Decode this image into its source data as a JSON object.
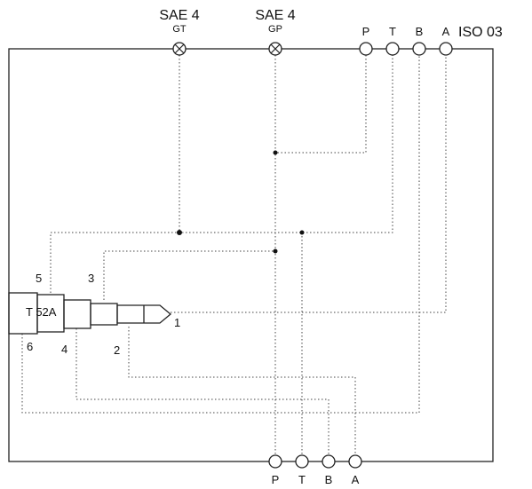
{
  "gauge_ports": {
    "gt": {
      "standard": "SAE 4",
      "code": "GT"
    },
    "gp": {
      "standard": "SAE 4",
      "code": "GP"
    }
  },
  "top_ports": {
    "labels": [
      "P",
      "T",
      "B",
      "A"
    ],
    "standard": "ISO 03"
  },
  "bottom_ports": {
    "labels": [
      "P",
      "T",
      "B",
      "A"
    ]
  },
  "cartridge": {
    "body_label": "T 52A",
    "port_numbers": [
      "1",
      "2",
      "3",
      "4",
      "5",
      "6"
    ]
  }
}
